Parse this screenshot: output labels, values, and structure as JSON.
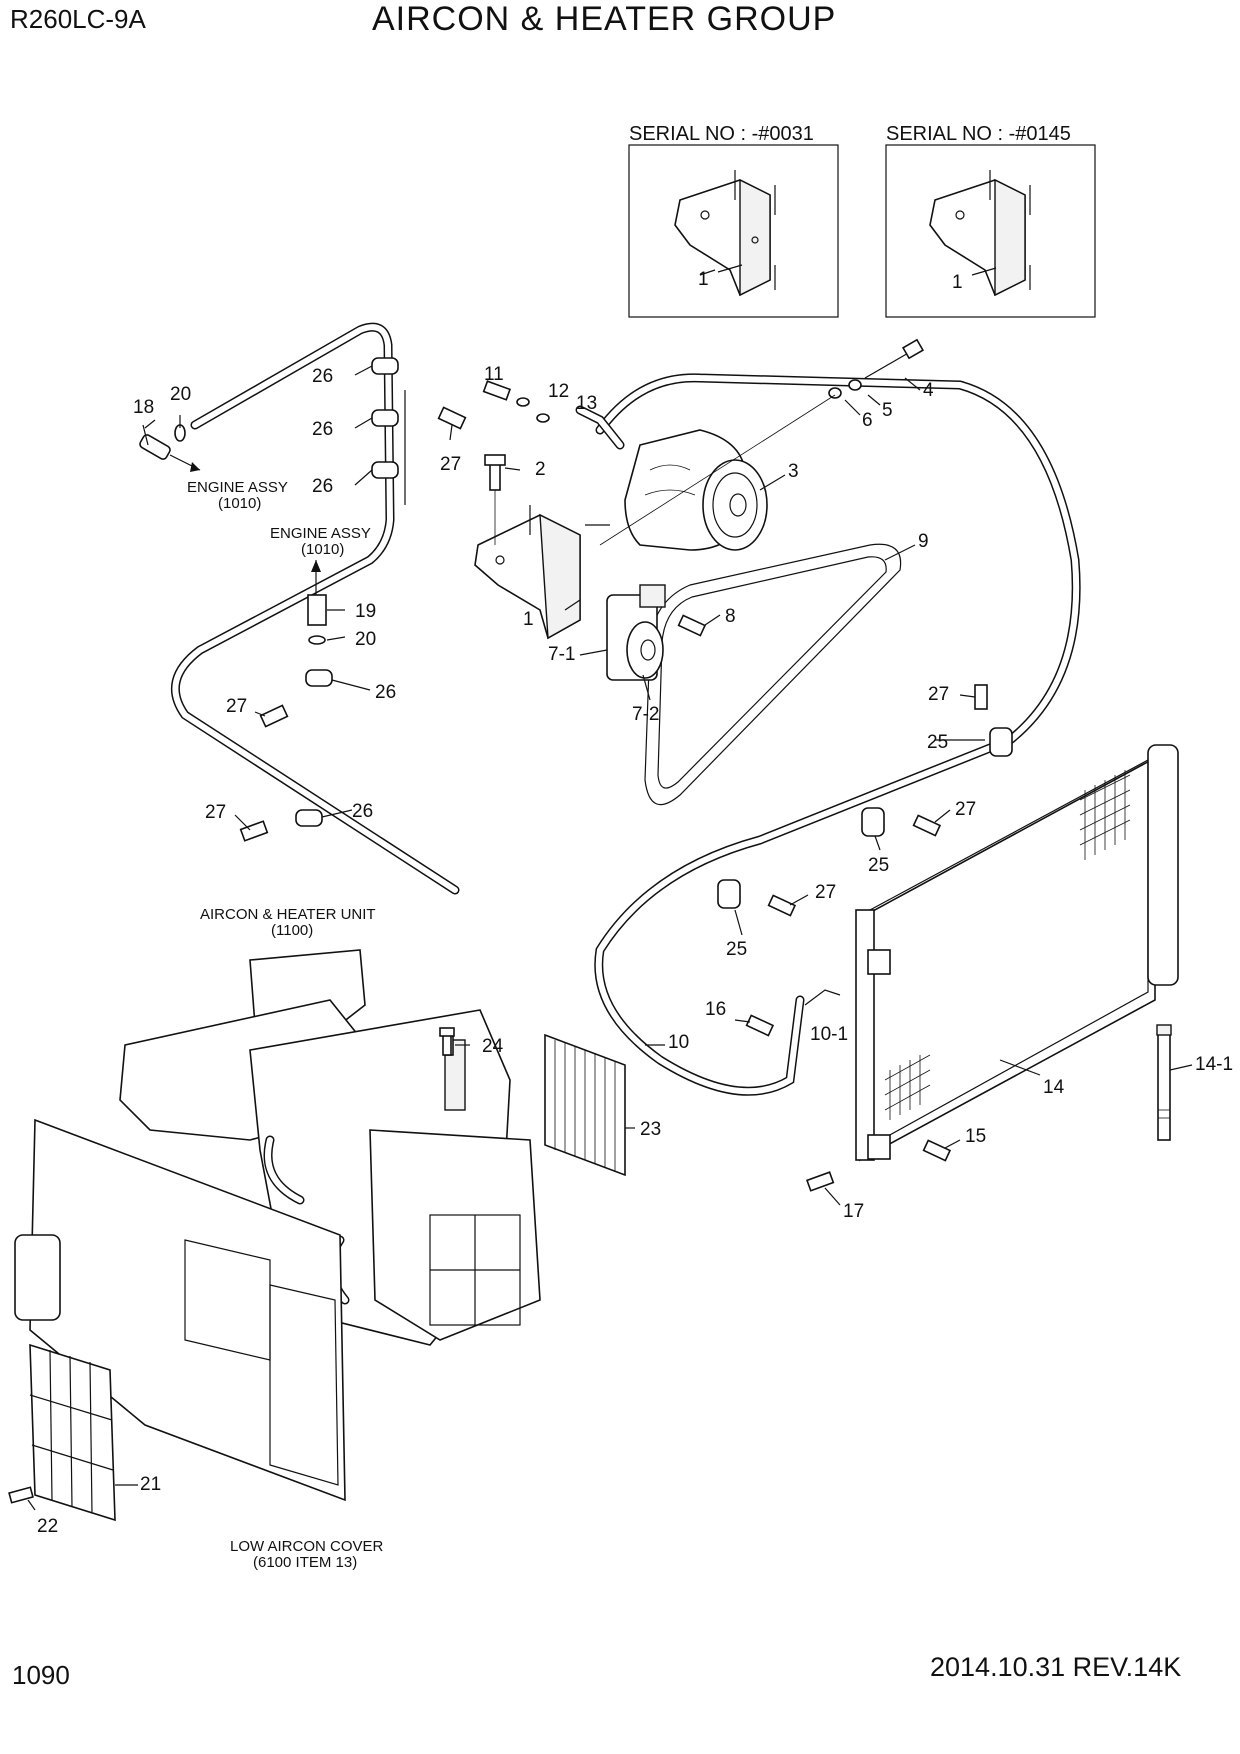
{
  "header": {
    "model": "R260LC-9A",
    "title": "AIRCON & HEATER GROUP"
  },
  "footer": {
    "page_number": "1090",
    "date_revision": "2014.10.31  REV.14K"
  },
  "serial_boxes": [
    {
      "label": "SERIAL NO : -#0031",
      "part": "1"
    },
    {
      "label": "SERIAL NO : -#0145",
      "part": "1"
    }
  ],
  "notes": {
    "engine_assy_1": "ENGINE ASSY",
    "engine_assy_1_ref": "(1010)",
    "engine_assy_2": "ENGINE ASSY",
    "engine_assy_2_ref": "(1010)",
    "aircon_unit": "AIRCON & HEATER UNIT",
    "aircon_unit_ref": "(1100)",
    "low_cover": "LOW AIRCON COVER",
    "low_cover_ref": "(6100 ITEM 13)"
  },
  "callouts": [
    {
      "id": "c1",
      "text": "1"
    },
    {
      "id": "c2",
      "text": "2"
    },
    {
      "id": "c3",
      "text": "3"
    },
    {
      "id": "c4",
      "text": "4"
    },
    {
      "id": "c5",
      "text": "5"
    },
    {
      "id": "c6",
      "text": "6"
    },
    {
      "id": "c7-1",
      "text": "7-1"
    },
    {
      "id": "c7-2",
      "text": "7-2"
    },
    {
      "id": "c8",
      "text": "8"
    },
    {
      "id": "c9",
      "text": "9"
    },
    {
      "id": "c10",
      "text": "10"
    },
    {
      "id": "c10-1",
      "text": "10-1"
    },
    {
      "id": "c11",
      "text": "11"
    },
    {
      "id": "c12",
      "text": "12"
    },
    {
      "id": "c13",
      "text": "13"
    },
    {
      "id": "c14",
      "text": "14"
    },
    {
      "id": "c14-1",
      "text": "14-1"
    },
    {
      "id": "c15",
      "text": "15"
    },
    {
      "id": "c16",
      "text": "16"
    },
    {
      "id": "c17",
      "text": "17"
    },
    {
      "id": "c18",
      "text": "18"
    },
    {
      "id": "c19",
      "text": "19"
    },
    {
      "id": "c20a",
      "text": "20"
    },
    {
      "id": "c20b",
      "text": "20"
    },
    {
      "id": "c21",
      "text": "21"
    },
    {
      "id": "c22",
      "text": "22"
    },
    {
      "id": "c23",
      "text": "23"
    },
    {
      "id": "c24",
      "text": "24"
    },
    {
      "id": "c25a",
      "text": "25"
    },
    {
      "id": "c25b",
      "text": "25"
    },
    {
      "id": "c25c",
      "text": "25"
    },
    {
      "id": "c26a",
      "text": "26"
    },
    {
      "id": "c26b",
      "text": "26"
    },
    {
      "id": "c26c",
      "text": "26"
    },
    {
      "id": "c26d",
      "text": "26"
    },
    {
      "id": "c26e",
      "text": "26"
    },
    {
      "id": "c27a",
      "text": "27"
    },
    {
      "id": "c27b",
      "text": "27"
    },
    {
      "id": "c27c",
      "text": "27"
    },
    {
      "id": "c27d",
      "text": "27"
    },
    {
      "id": "c27e",
      "text": "27"
    },
    {
      "id": "c27f",
      "text": "27"
    }
  ]
}
